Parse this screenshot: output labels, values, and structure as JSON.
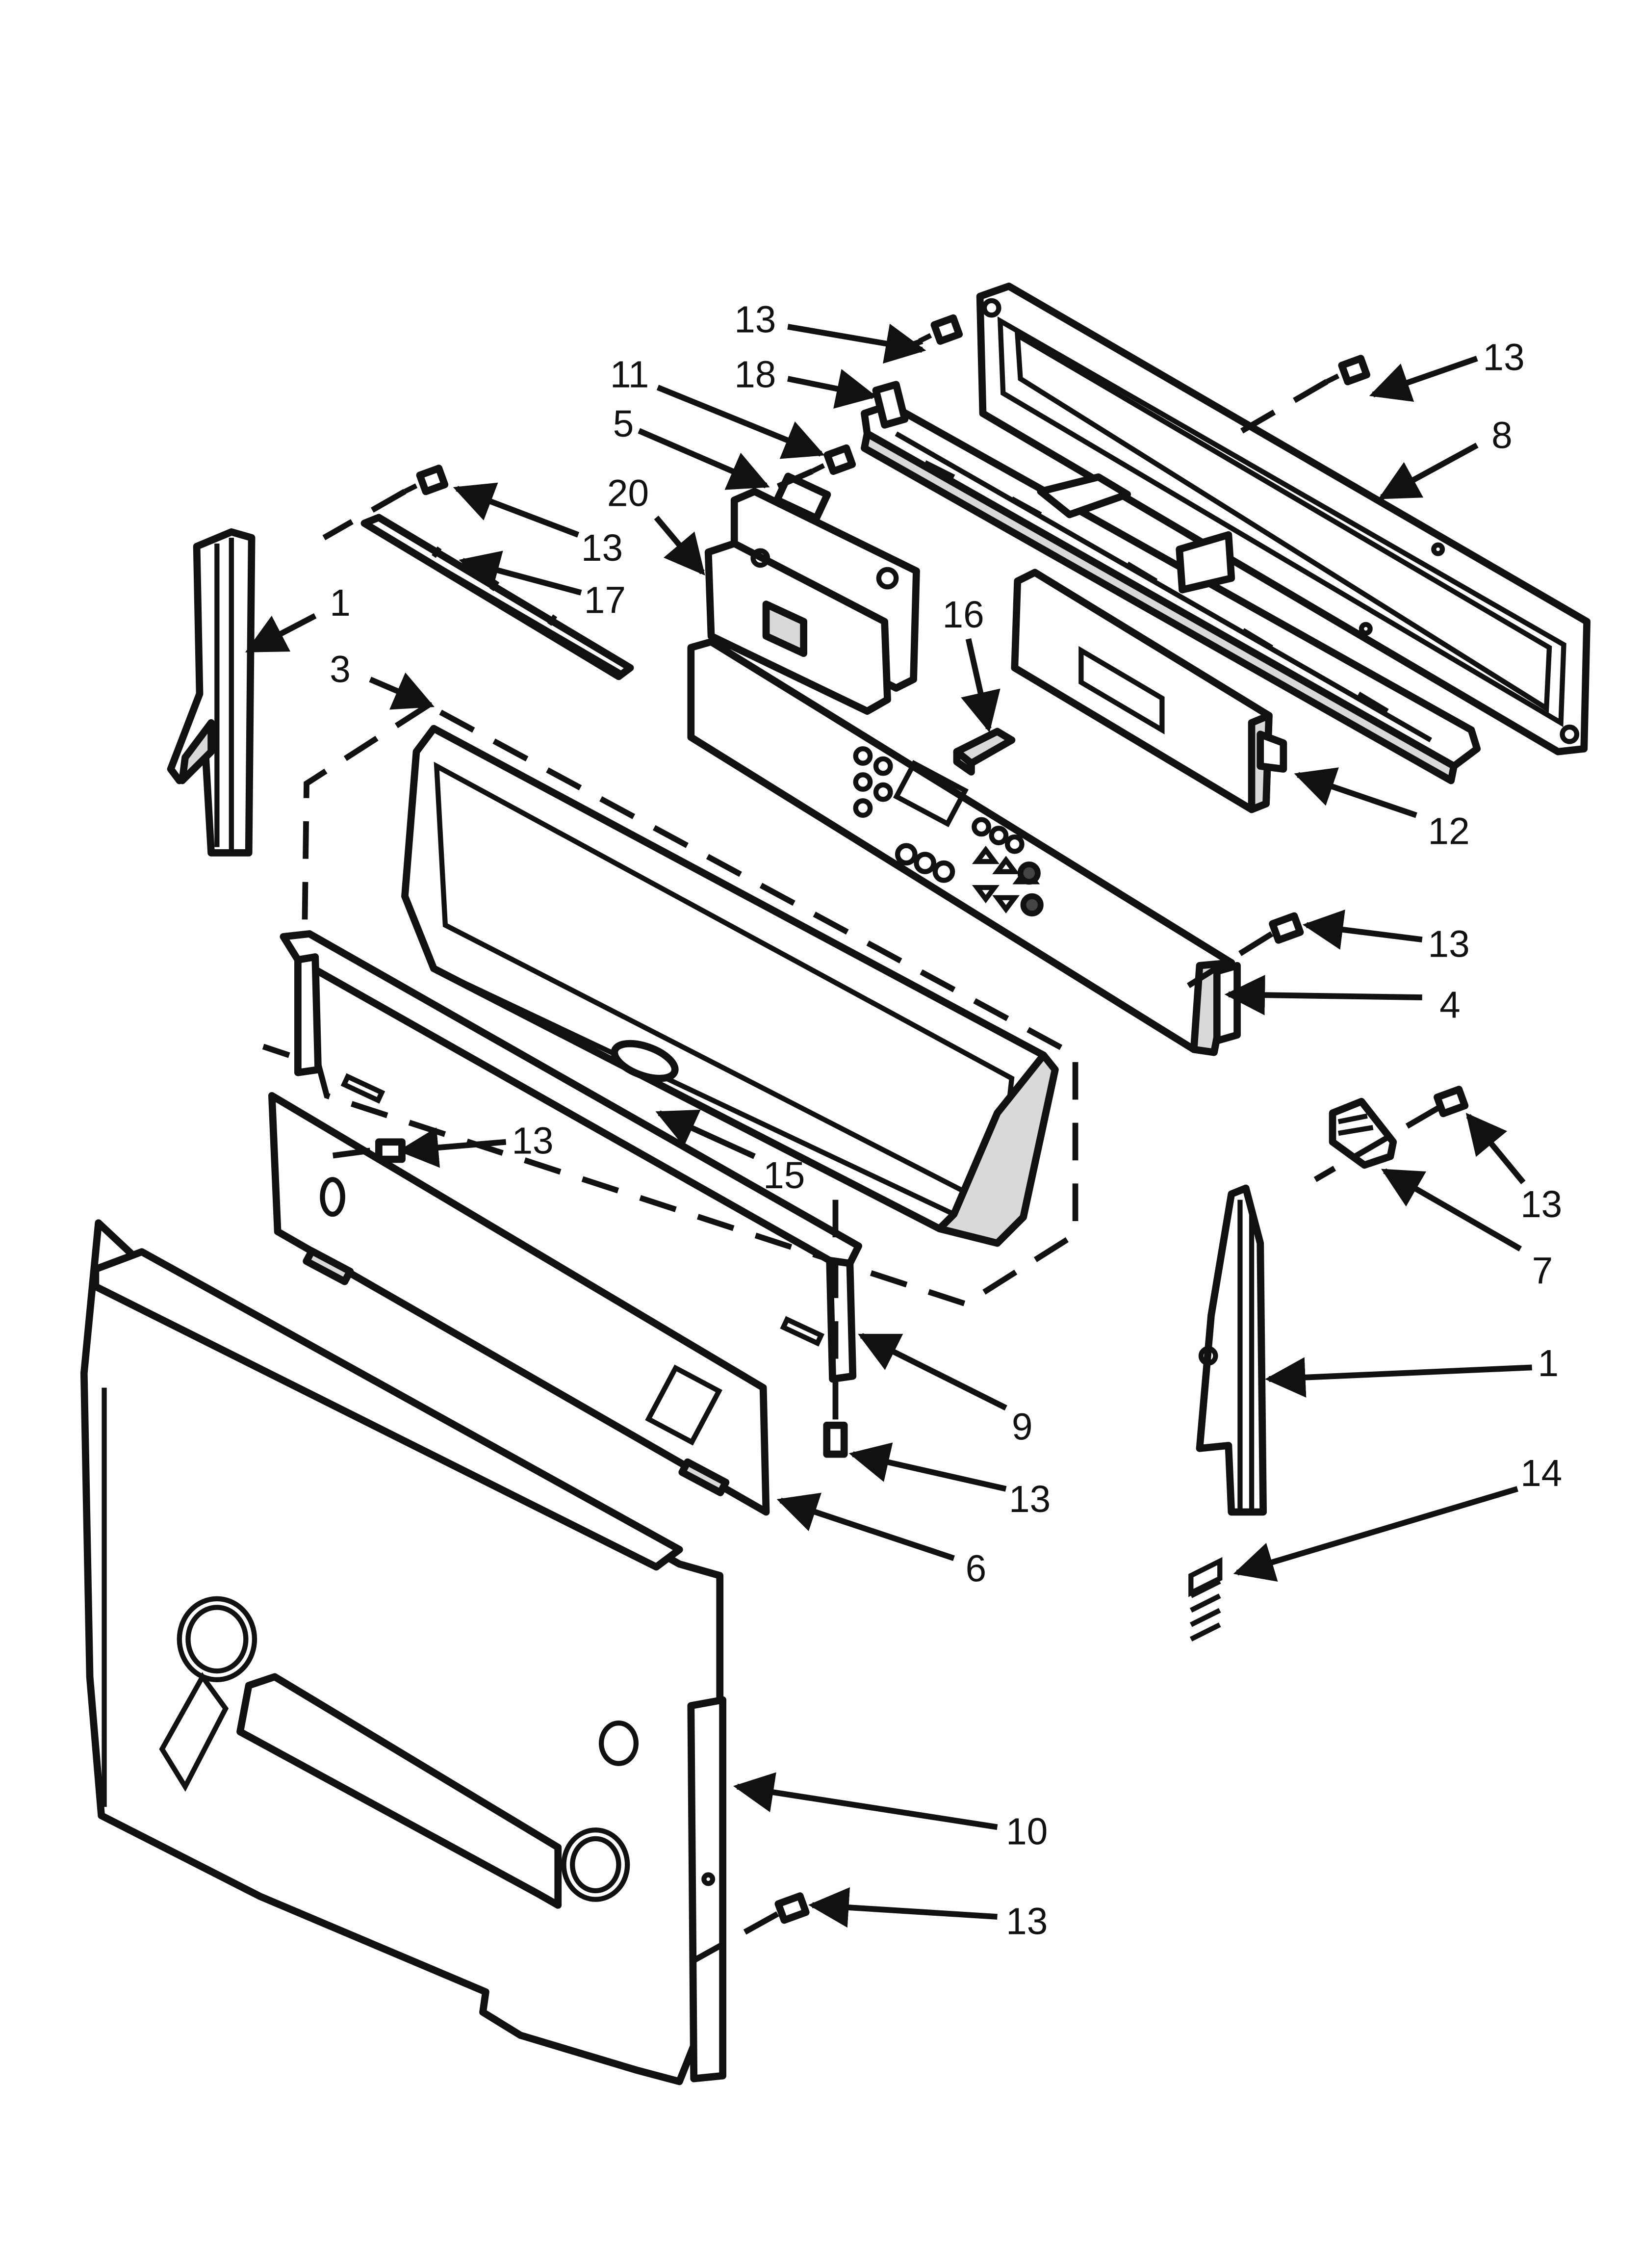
{
  "diagram": {
    "callouts": [
      {
        "id": "c13a",
        "label": "13"
      },
      {
        "id": "c13b",
        "label": "13"
      },
      {
        "id": "c18",
        "label": "18"
      },
      {
        "id": "c11",
        "label": "11"
      },
      {
        "id": "c5",
        "label": "5"
      },
      {
        "id": "c8",
        "label": "8"
      },
      {
        "id": "c20",
        "label": "20"
      },
      {
        "id": "c13c",
        "label": "13"
      },
      {
        "id": "c1a",
        "label": "1"
      },
      {
        "id": "c17",
        "label": "17"
      },
      {
        "id": "c3",
        "label": "3"
      },
      {
        "id": "c16",
        "label": "16"
      },
      {
        "id": "c12",
        "label": "12"
      },
      {
        "id": "c13d",
        "label": "13"
      },
      {
        "id": "c4",
        "label": "4"
      },
      {
        "id": "c13e",
        "label": "13"
      },
      {
        "id": "c15",
        "label": "15"
      },
      {
        "id": "c13f",
        "label": "13"
      },
      {
        "id": "c7",
        "label": "7"
      },
      {
        "id": "c1b",
        "label": "1"
      },
      {
        "id": "c9",
        "label": "9"
      },
      {
        "id": "c13g",
        "label": "13"
      },
      {
        "id": "c14",
        "label": "14"
      },
      {
        "id": "c6",
        "label": "6"
      },
      {
        "id": "c10",
        "label": "10"
      },
      {
        "id": "c13h",
        "label": "13"
      }
    ]
  }
}
